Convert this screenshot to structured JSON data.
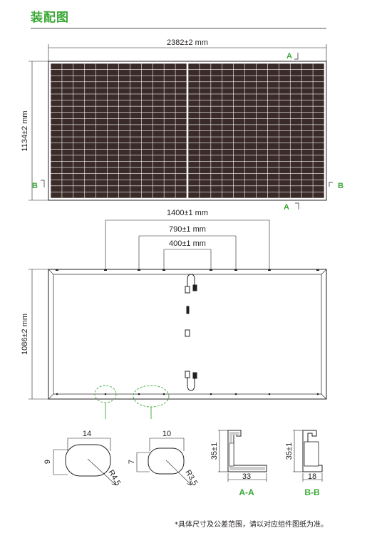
{
  "title": "装配图",
  "front": {
    "width_label": "2382±2 mm",
    "height_label": "1134±2 mm",
    "section_a": "A",
    "section_b": "B",
    "cell_columns": 12,
    "cell_rows": 22
  },
  "back": {
    "dim_1400": "1400±1 mm",
    "dim_790": "790±1 mm",
    "dim_400": "400±1 mm",
    "height_label": "1086±2 mm"
  },
  "holes": {
    "slot1_width": "14",
    "slot1_height": "9",
    "slot1_radius": "R4.5",
    "slot2_width": "10",
    "slot2_height": "7",
    "slot2_radius": "R3.5"
  },
  "profiles": {
    "aa_height": "35±1",
    "aa_width": "33",
    "aa_label": "A-A",
    "bb_height": "35±1",
    "bb_width": "18",
    "bb_label": "B-B"
  },
  "note": "*具体尺寸及公差范围，请以对应组件图纸为准。",
  "colors": {
    "accent": "#3aa935",
    "cell": "#3a2b28",
    "line": "#231f20"
  }
}
